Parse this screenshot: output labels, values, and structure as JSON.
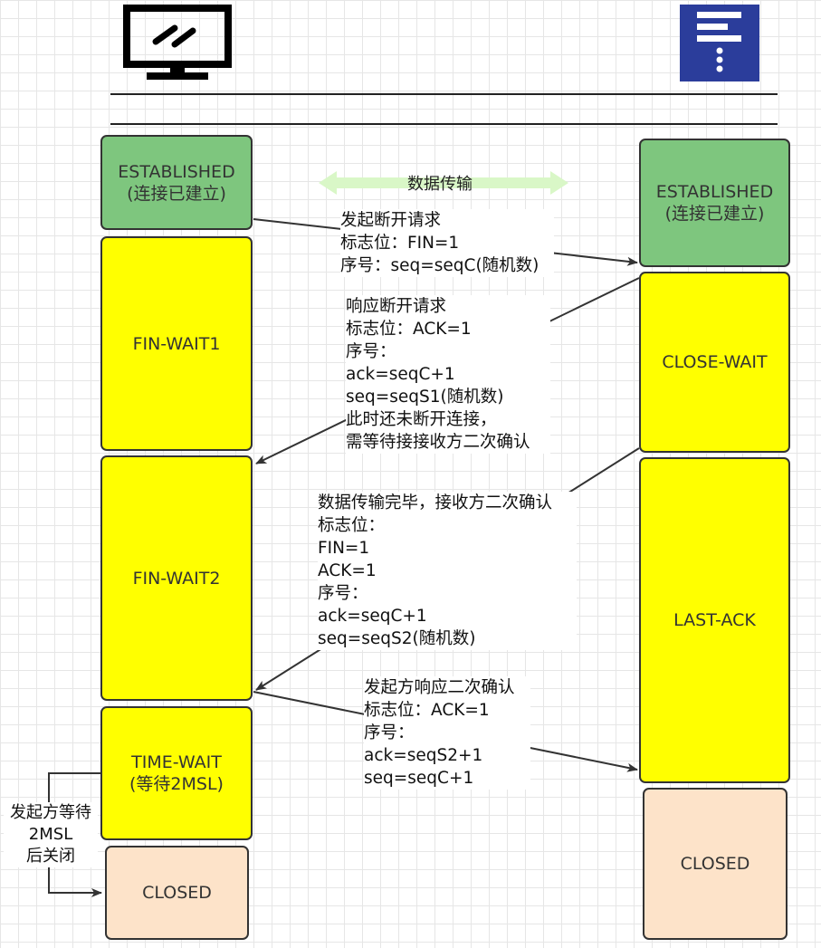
{
  "client": {
    "icon": "monitor-icon",
    "states": [
      {
        "name": "ESTABLISHED",
        "sub": "(连接已建立)"
      },
      {
        "name": "FIN-WAIT1"
      },
      {
        "name": "FIN-WAIT2"
      },
      {
        "name": "TIME-WAIT",
        "sub": "(等待2MSL)"
      },
      {
        "name": "CLOSED"
      }
    ]
  },
  "server": {
    "icon": "server-icon",
    "states": [
      {
        "name": "ESTABLISHED",
        "sub": "(连接已建立)"
      },
      {
        "name": "CLOSE-WAIT"
      },
      {
        "name": "LAST-ACK"
      },
      {
        "name": "CLOSED"
      }
    ]
  },
  "data_transfer_label": "数据传输",
  "messages": [
    {
      "lines": [
        "发起断开请求",
        "标志位：FIN=1",
        "序号：seq=seqC(随机数)"
      ]
    },
    {
      "lines": [
        "响应断开请求",
        "标志位：ACK=1",
        "序号：",
        "ack=seqC+1",
        "seq=seqS1(随机数)",
        "此时还未断开连接，",
        "需等待接接收方二次确认"
      ]
    },
    {
      "lines": [
        "数据传输完毕，接收方二次确认",
        "标志位：",
        "FIN=1",
        "ACK=1",
        "序号：",
        "ack=seqC+1",
        "seq=seqS2(随机数)"
      ]
    },
    {
      "lines": [
        "发起方响应二次确认",
        "标志位：ACK=1",
        "序号：",
        "ack=seqS2+1",
        "seq=seqC+1"
      ]
    }
  ],
  "wait_note": {
    "lines": [
      "发起方等待",
      "2MSL",
      "后关闭"
    ]
  },
  "colors": {
    "established": "#7ec67e",
    "waiting": "#ffff00",
    "closed": "#fde3c9",
    "server_icon": "#2b3d9b",
    "arrow": "#333333",
    "transfer_arrow": "#d9f7c7"
  }
}
